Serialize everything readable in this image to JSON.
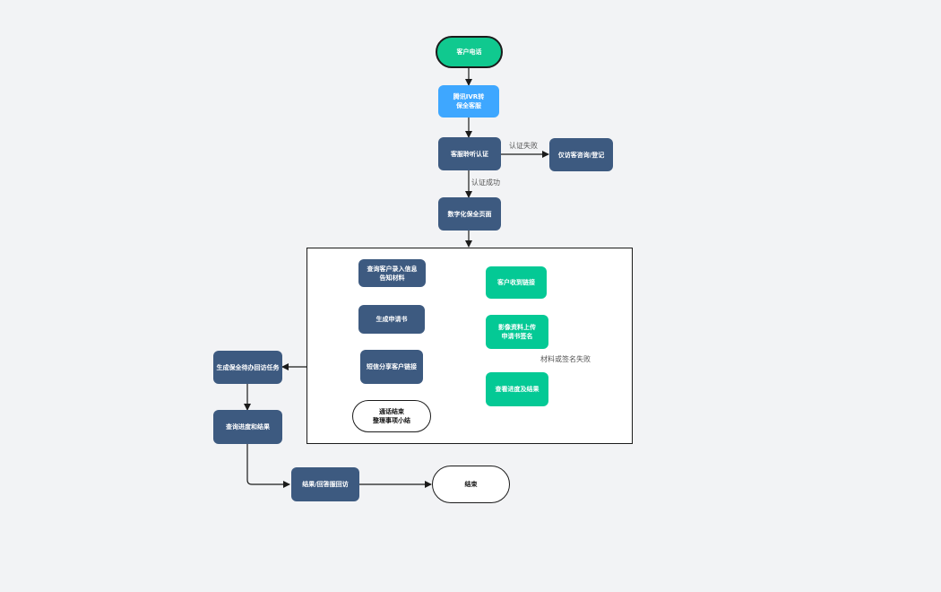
{
  "nodes": {
    "start": "客户电话",
    "ivr": "腾讯IVR转\n保全客服",
    "auth": "客服聆听认证",
    "visitor": "仅访客咨询/登记",
    "digital": "数字化保全页面",
    "input": "查询客户录入信息\n告知材料",
    "generate": "生成申请书",
    "sms": "短信分享客户链接",
    "end_call": "通话结束\n整理事项小结",
    "pending_task": "生成保全待办回访任务",
    "query_progress": "查询进度和结果",
    "result_callback": "结果/回答服回访",
    "end": "结束",
    "receive_link": "客户收到链接",
    "upload": "影像资料上传\n申请书签名",
    "view_progress": "查看进度及结果"
  },
  "edge_labels": {
    "auth_fail": "认证失败",
    "auth_success": "认证成功",
    "upload_fail": "材料或签名失败"
  },
  "colors": {
    "dark_node": "#3d5a80",
    "green_node": "#04c995",
    "blue_node": "#3ea7ff",
    "start_node": "#10c98f",
    "line": "#1b1b1b",
    "background": "#f2f3f5"
  }
}
